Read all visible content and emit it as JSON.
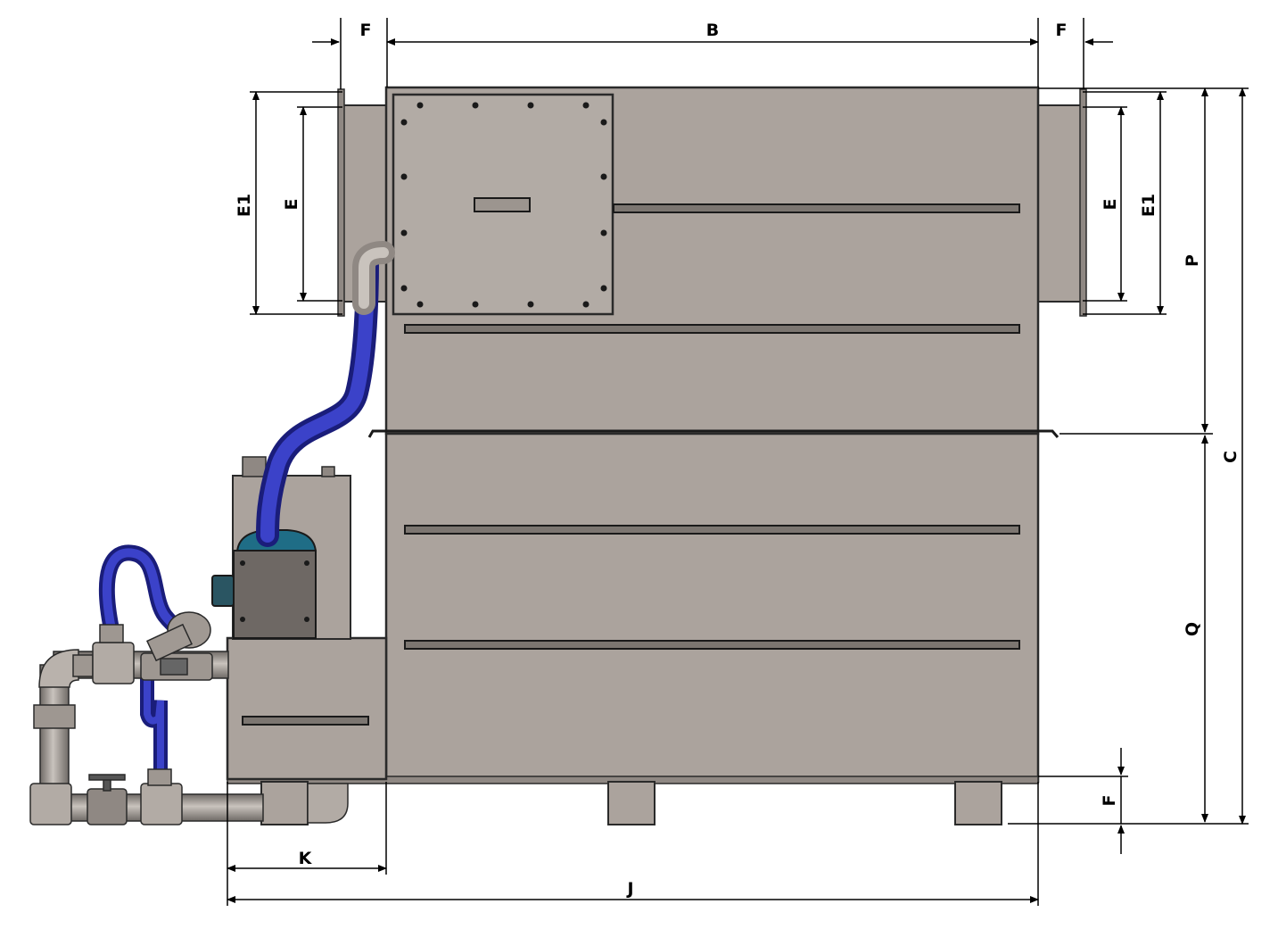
{
  "colors": {
    "steel": "#aba39d",
    "steel_dark": "#8f8883",
    "hose": "#2b2fa8",
    "pump_cap": "#1f6d86",
    "outline": "#2a2a2a"
  },
  "dimensions": {
    "F_left": "F",
    "B": "B",
    "F_right": "F",
    "E1_left": "E1",
    "E_left": "E",
    "E_right": "E",
    "E1_right": "E1",
    "P": "P",
    "C": "C",
    "Q": "Q",
    "F_bottom": "F",
    "K": "K",
    "J": "J"
  }
}
